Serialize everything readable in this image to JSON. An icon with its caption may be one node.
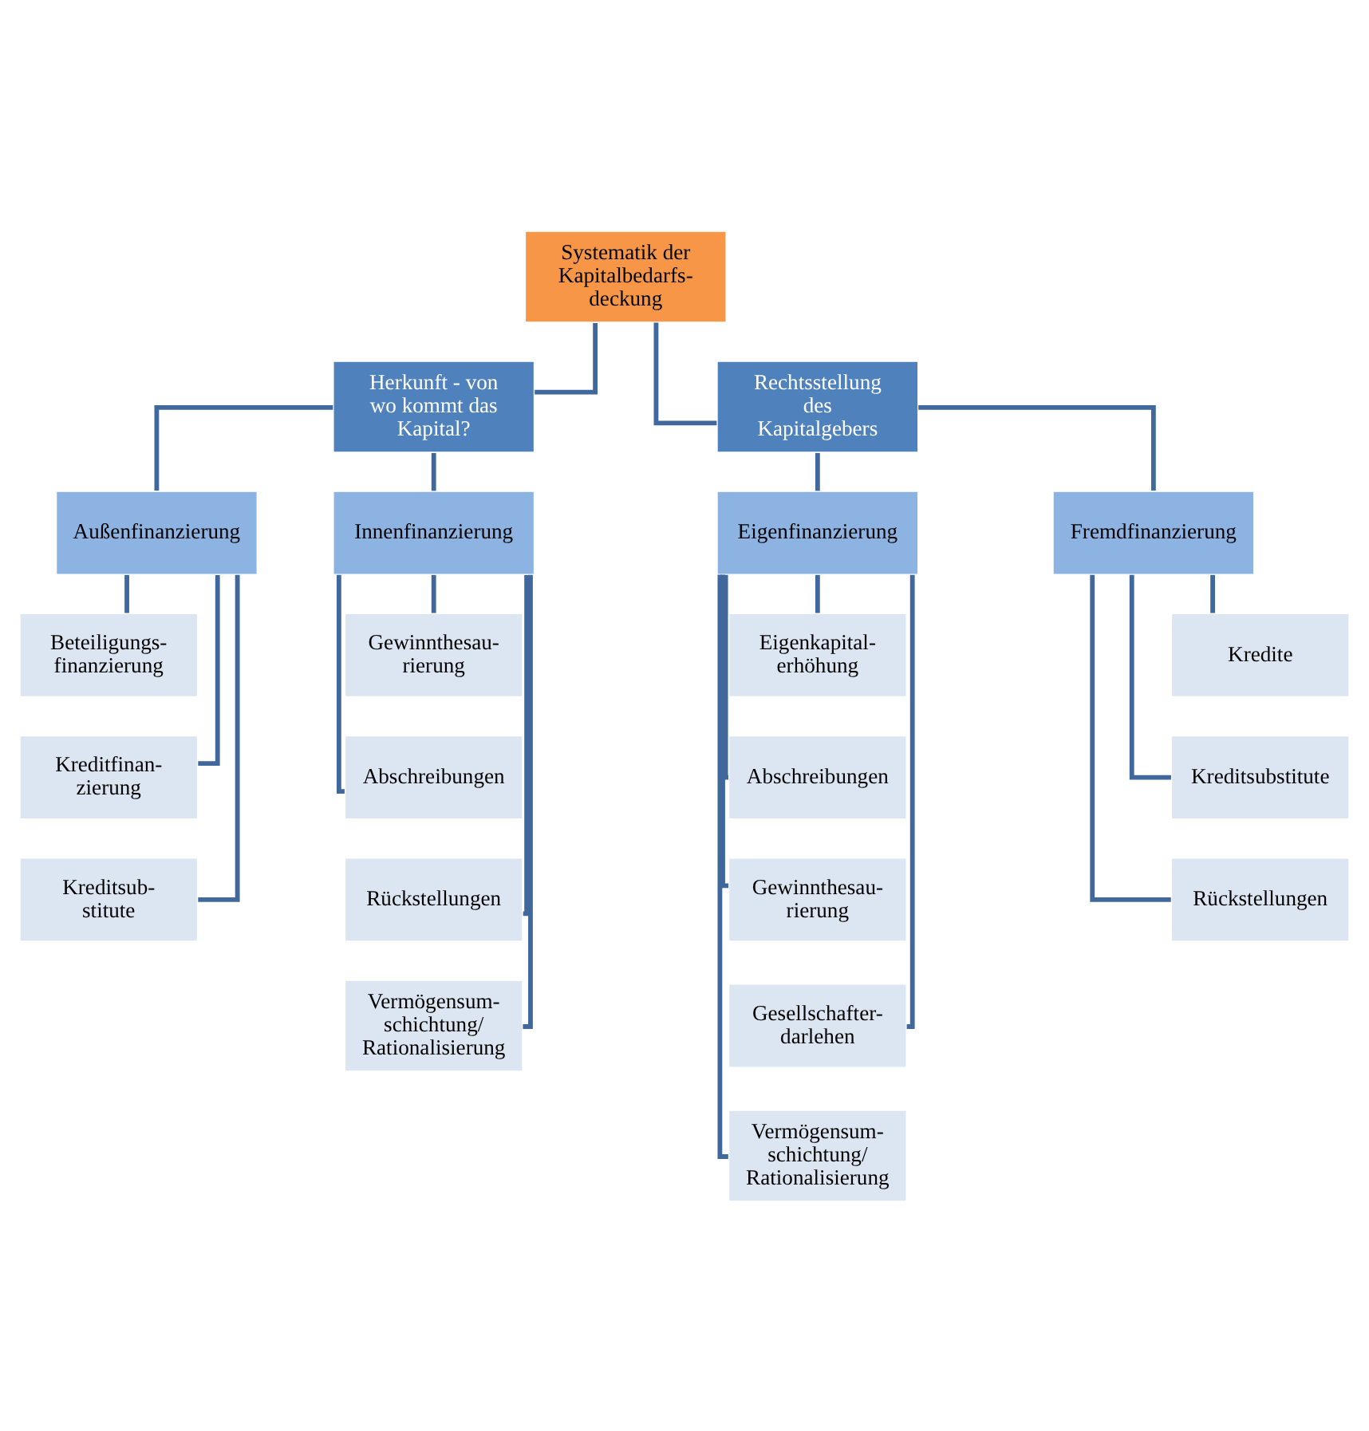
{
  "diagram": {
    "nodes": [
      {
        "text": [
          "Systematik der Kapitalbedarfs- deckung"
        ]
      },
      {
        "text": [
          "Herkunft - von wo kommt das Kapital?"
        ]
      },
      {
        "text": [
          "Rechtsstellung des Kapitalgebers"
        ]
      },
      {
        "text": [
          "Außenfinanzierung"
        ]
      },
      {
        "text": [
          "Innenfinanzierung"
        ]
      },
      {
        "text": [
          "Eigenfinanzierung"
        ]
      },
      {
        "text": [
          "Fremdfinanzierung"
        ]
      },
      {
        "text": [
          "Beteiligungs- finanzierung"
        ]
      },
      {
        "text": [
          "Kreditfinan- zierung"
        ]
      },
      {
        "text": [
          "Kreditsub- stitute"
        ]
      },
      {
        "text": [
          "Gewinnthesau- rierung"
        ]
      },
      {
        "text": [
          "Abschreibungen"
        ]
      },
      {
        "text": [
          "Rückstellungen"
        ]
      },
      {
        "text": [
          "Vermögensum- schichtung/ Rationalisierung"
        ]
      },
      {
        "text": [
          "Eigenkapital- erhöhung"
        ]
      },
      {
        "text": [
          "Abschreibungen"
        ]
      },
      {
        "text": [
          "Gewinnthesau- rierung"
        ]
      },
      {
        "text": [
          "Gesellschafter- darlehen"
        ]
      },
      {
        "text": [
          "Vermögensum- schichtung/ Rationalisierung"
        ]
      },
      {
        "text": [
          "Kredite"
        ]
      },
      {
        "text": [
          "Kreditsubstitute"
        ]
      },
      {
        "text": [
          "Rückstellungen"
        ]
      }
    ],
    "edges": [
      {
        "from": 0,
        "to": 1,
        "arrow": "none"
      },
      {
        "from": 0,
        "to": 2,
        "arrow": "none"
      },
      {
        "from": 1,
        "to": 3,
        "arrow": "none"
      },
      {
        "from": 1,
        "to": 4,
        "arrow": "none"
      },
      {
        "from": 2,
        "to": 5,
        "arrow": "none"
      },
      {
        "from": 2,
        "to": 6,
        "arrow": "none"
      },
      {
        "from": 3,
        "to": 7,
        "arrow": "none"
      },
      {
        "from": 3,
        "to": 8,
        "arrow": "none"
      },
      {
        "from": 3,
        "to": 9,
        "arrow": "none"
      },
      {
        "from": 4,
        "to": 10,
        "arrow": "none"
      },
      {
        "from": 4,
        "to": 11,
        "arrow": "none"
      },
      {
        "from": 4,
        "to": 12,
        "arrow": "none"
      },
      {
        "from": 4,
        "to": 13,
        "arrow": "none"
      },
      {
        "from": 5,
        "to": 14,
        "arrow": "none"
      },
      {
        "from": 5,
        "to": 15,
        "arrow": "none"
      },
      {
        "from": 5,
        "to": 16,
        "arrow": "none"
      },
      {
        "from": 5,
        "to": 17,
        "arrow": "none"
      },
      {
        "from": 5,
        "to": 18,
        "arrow": "none"
      },
      {
        "from": 6,
        "to": 19,
        "arrow": "none"
      },
      {
        "from": 6,
        "to": 20,
        "arrow": "none"
      },
      {
        "from": 6,
        "to": 21,
        "arrow": "none"
      }
    ]
  }
}
